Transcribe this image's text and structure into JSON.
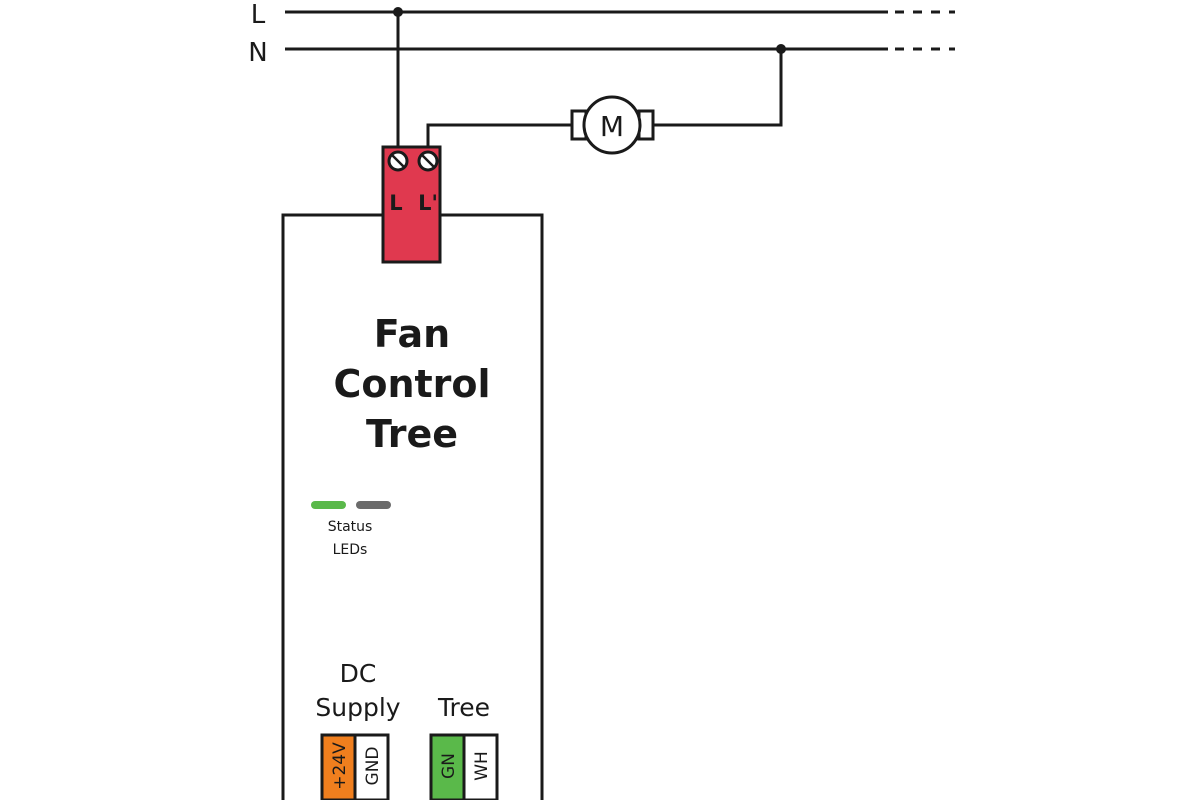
{
  "mains": {
    "line_label": "L",
    "neutral_label": "N"
  },
  "motor": {
    "label": "M"
  },
  "relay_terminal": {
    "label_in": "L",
    "label_out": "L'",
    "color": "#e0394f"
  },
  "device": {
    "title_lines": [
      "Fan",
      "Control",
      "Tree"
    ],
    "status": {
      "label_lines": [
        "Status",
        "LEDs"
      ],
      "led_colors": [
        "#5ab94a",
        "#6b6b6b"
      ]
    },
    "dc_supply": {
      "label_lines": [
        "DC",
        "Supply"
      ],
      "pins": [
        {
          "label": "+24V",
          "color": "#f07f1e",
          "text_color": "#ffffff"
        },
        {
          "label": "GND",
          "color": "#ffffff",
          "text_color": "#1a1a1a"
        }
      ]
    },
    "tree_port": {
      "label": "Tree",
      "pins": [
        {
          "label": "GN",
          "color": "#5ab94a",
          "text_color": "#ffffff"
        },
        {
          "label": "WH",
          "color": "#ffffff",
          "text_color": "#1a1a1a"
        }
      ]
    }
  }
}
